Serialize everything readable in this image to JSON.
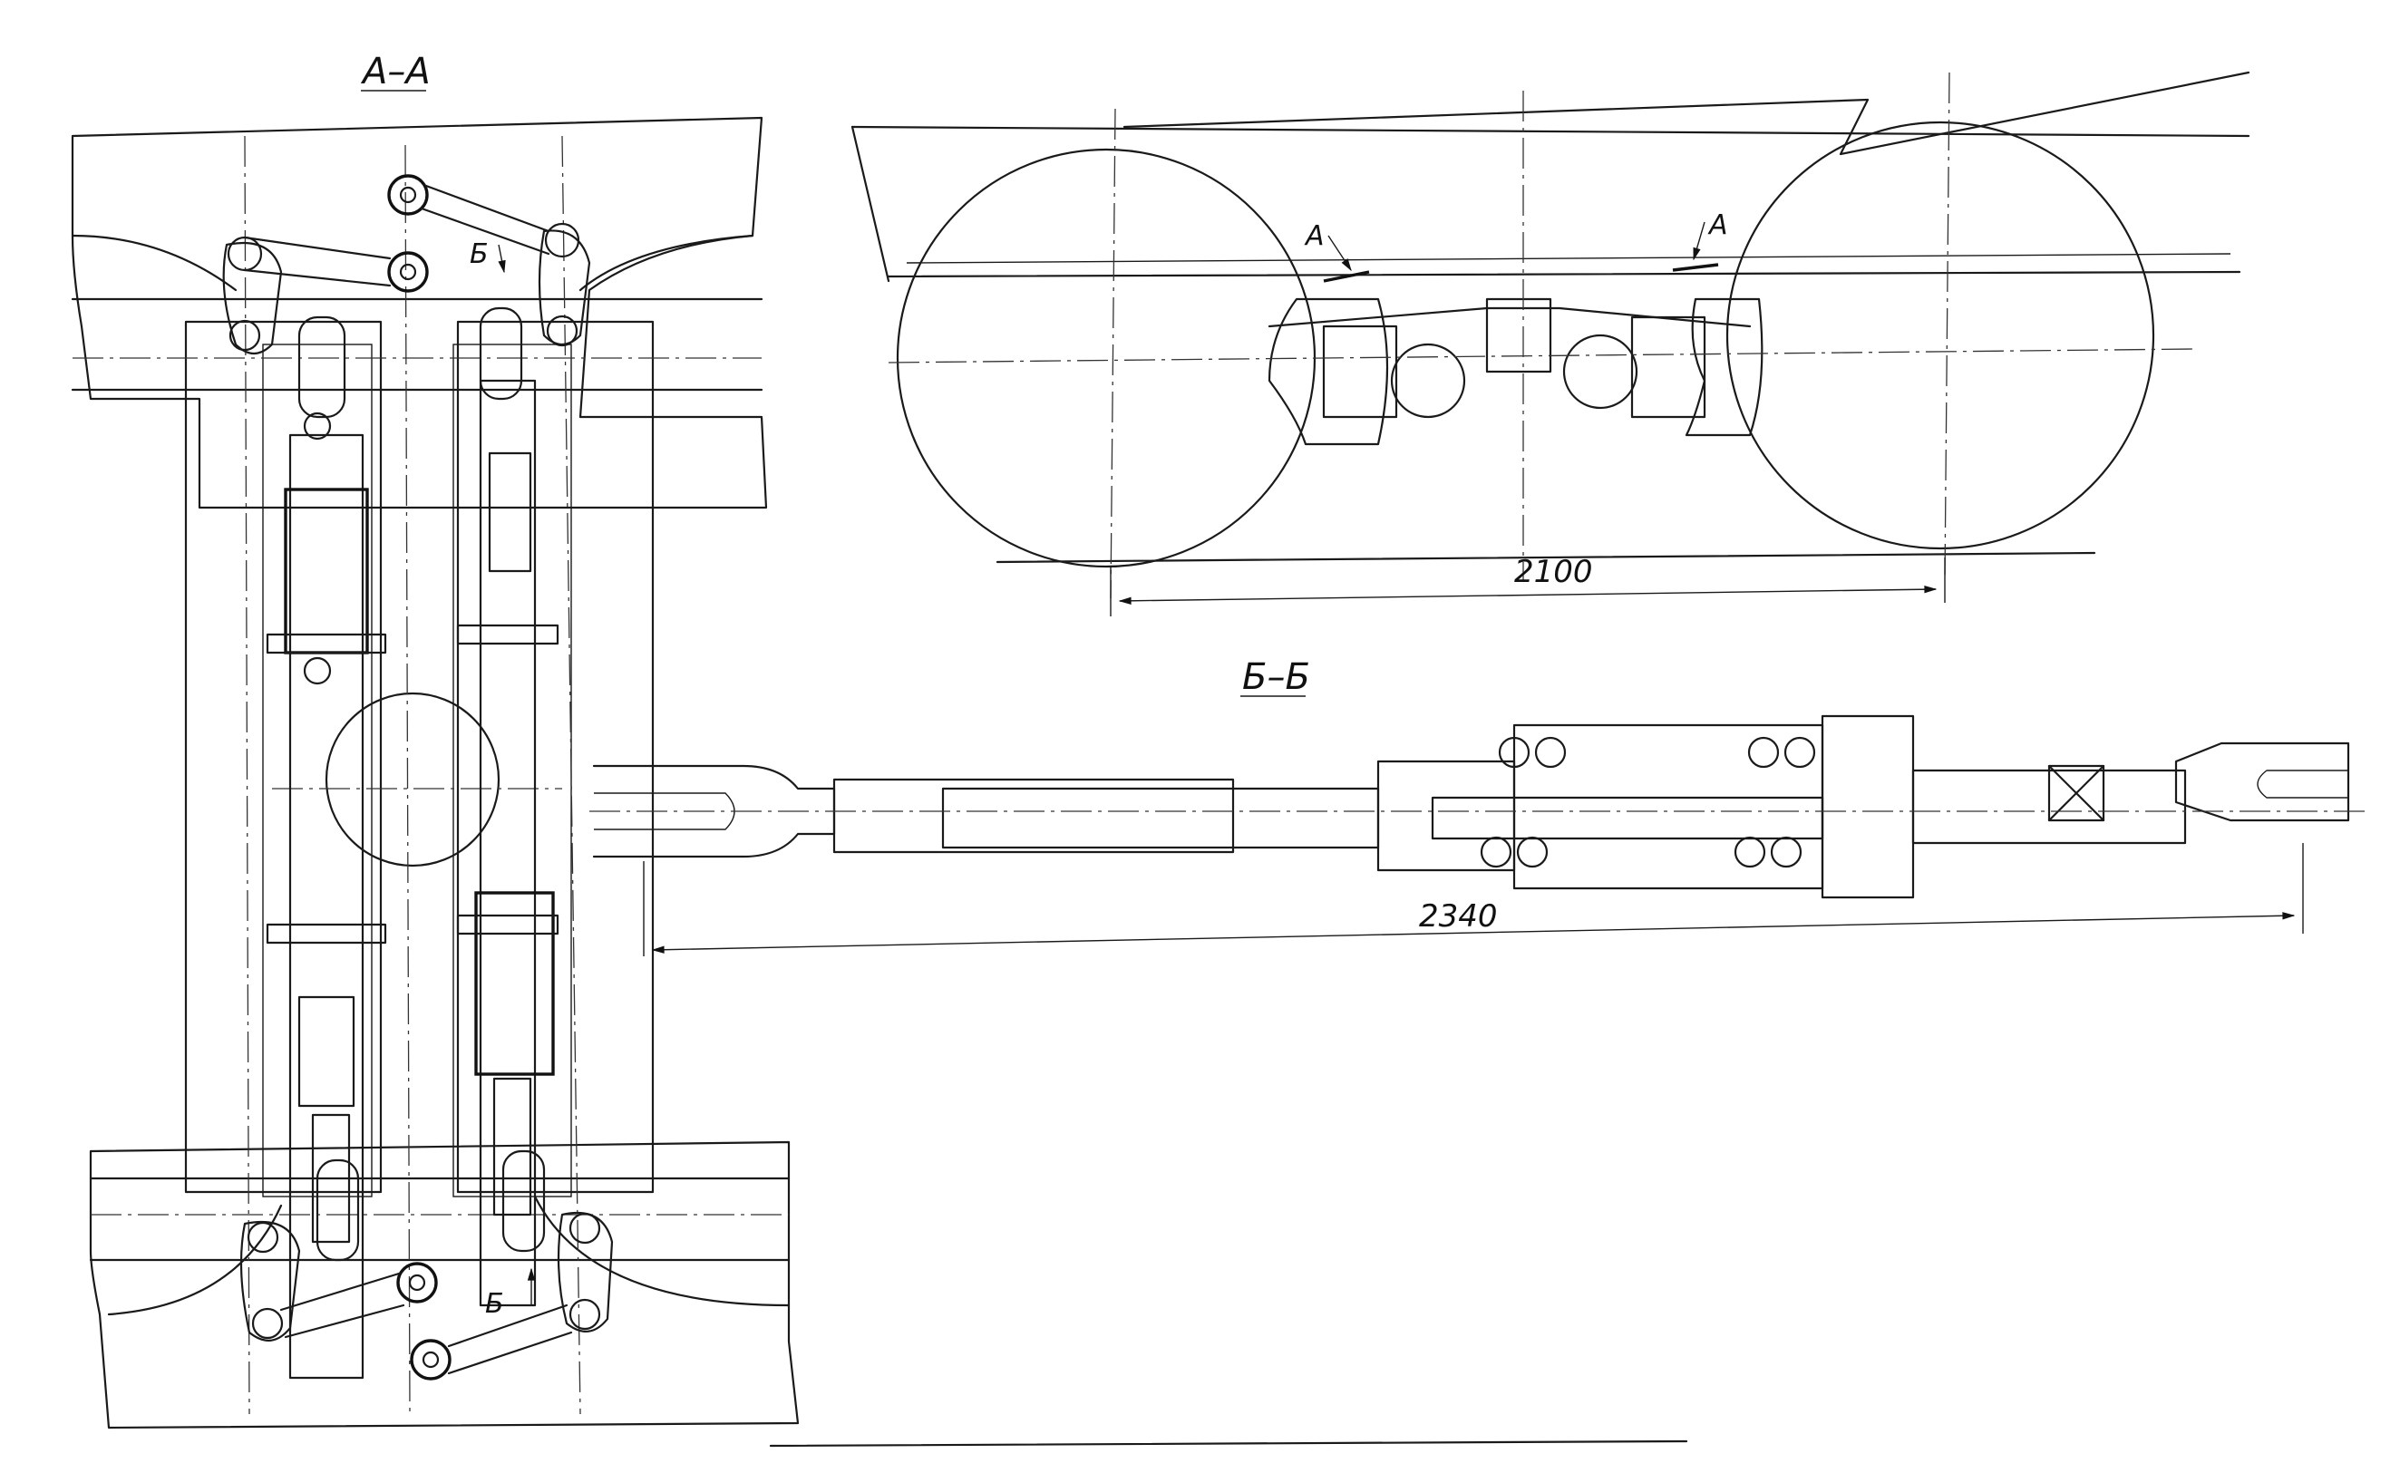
{
  "labels": {
    "section_aa": "А–А",
    "section_bb": "Б–Б",
    "cut_mark_a_left": "А",
    "cut_mark_a_right": "А",
    "view_mark_b_top": "Б",
    "view_mark_b_bottom": "Б"
  },
  "dimensions": {
    "wheelbase": "2100",
    "rod_length": "2340"
  }
}
